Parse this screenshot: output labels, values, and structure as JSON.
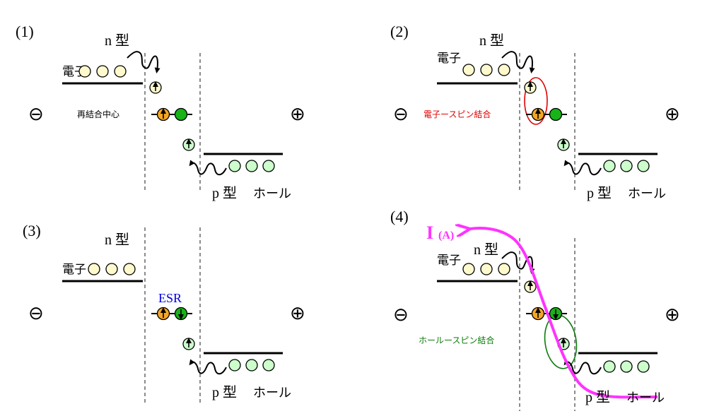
{
  "colors": {
    "electron": "#FFFACD",
    "hole": "#CCFFCC",
    "recomb_orange": "#F5A623",
    "recomb_green": "#17B317",
    "spin_red": "#E00000",
    "spin_green": "#0A7A0A",
    "esr_blue": "#0000E0",
    "current_magenta": "#FF33FF",
    "dashed": "#8C8C8C"
  },
  "labels": {
    "n_type": "n 型",
    "p_type": "p 型",
    "hole": "ホール",
    "electron": "電子",
    "minus": "⊖",
    "plus": "⊕"
  },
  "panels": [
    {
      "id": "1",
      "number": "(1)",
      "annotation": "再結合中心"
    },
    {
      "id": "2",
      "number": "(2)",
      "annotation": "電子ースピン結合"
    },
    {
      "id": "3",
      "number": "(3)",
      "annotation": "ESR"
    },
    {
      "id": "4",
      "number": "(4)",
      "annotation": "ホールースピン結合",
      "current_label": "I",
      "current_unit": "(A)"
    }
  ]
}
